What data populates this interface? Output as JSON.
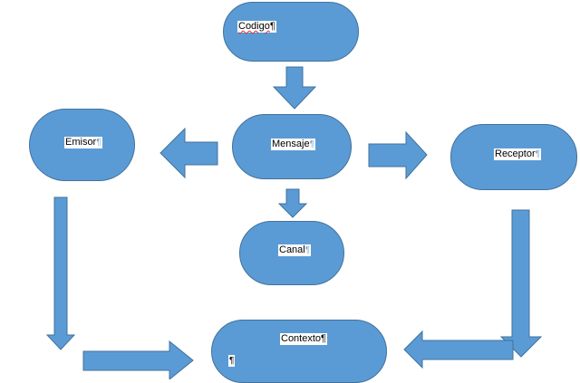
{
  "nodes": {
    "codigo": {
      "label": "Codigo",
      "mark": "¶"
    },
    "emisor": {
      "label": "Emisor",
      "mark": "¶"
    },
    "mensaje": {
      "label": "Mensaje",
      "mark": "¶"
    },
    "receptor": {
      "label": "Receptor",
      "mark": "¶"
    },
    "canal": {
      "label": "Canal",
      "mark": "¶"
    },
    "contexto": {
      "label": "Contexto",
      "mark": "¶",
      "extra_mark": "¶"
    }
  },
  "colors": {
    "fill": "#5b9bd5",
    "border": "#41719c"
  }
}
